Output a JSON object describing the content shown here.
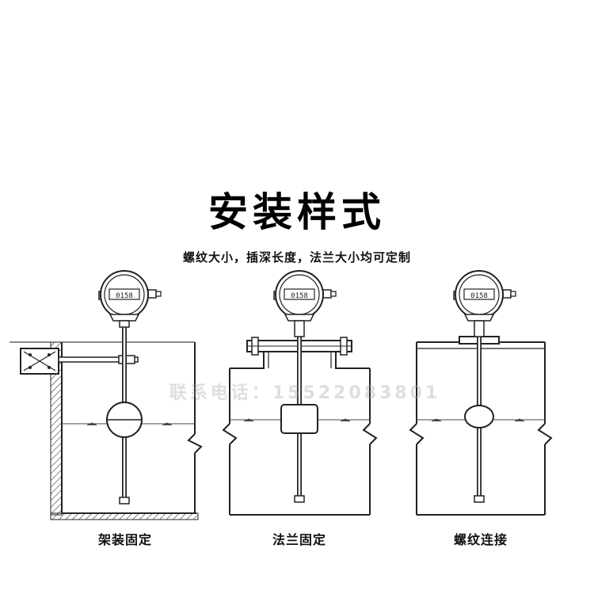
{
  "heading": {
    "title": "安装样式",
    "subtitle": "螺纹大小，插深长度，法兰大小均可定制"
  },
  "watermark": {
    "text": "联系电话：15522083801"
  },
  "gauge_readout": "0158",
  "methods": [
    {
      "id": "bracket",
      "label": "架装固定"
    },
    {
      "id": "flange",
      "label": "法兰固定"
    },
    {
      "id": "thread",
      "label": "螺纹连接"
    }
  ]
}
